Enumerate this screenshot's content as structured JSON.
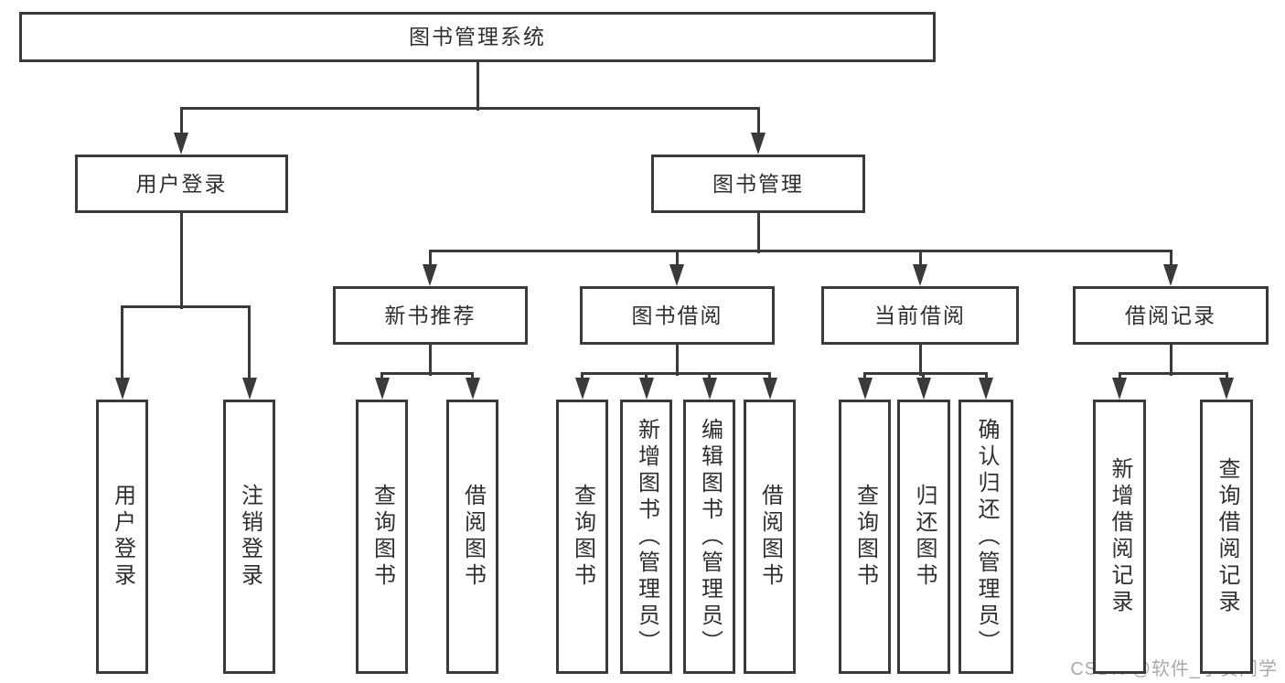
{
  "meta": {
    "watermark": "CSDN @软件_小贺同学"
  },
  "colors": {
    "background": "#ffffff",
    "line": "#3a3a3a",
    "box_fill": "#ffffff",
    "text": "#2f2f2f",
    "watermark": "#9b9b9b"
  },
  "diagram": {
    "title": "图书管理系统",
    "nodes": [
      {
        "id": "root",
        "label": "图书管理系统",
        "parent": null
      },
      {
        "id": "user-login",
        "label": "用户登录",
        "parent": "root"
      },
      {
        "id": "book-mgmt",
        "label": "图书管理",
        "parent": "root"
      },
      {
        "id": "new-book-rec",
        "label": "新书推荐",
        "parent": "book-mgmt"
      },
      {
        "id": "book-borrow",
        "label": "图书借阅",
        "parent": "book-mgmt"
      },
      {
        "id": "current-borrow",
        "label": "当前借阅",
        "parent": "book-mgmt"
      },
      {
        "id": "borrow-record",
        "label": "借阅记录",
        "parent": "book-mgmt"
      },
      {
        "id": "col-user-login",
        "label": "用户登录",
        "parent": "user-login"
      },
      {
        "id": "col-logout",
        "label": "注销登录",
        "parent": "user-login"
      },
      {
        "id": "col-query-book-1",
        "label": "查询图书",
        "parent": "new-book-rec"
      },
      {
        "id": "col-borrow-book-1",
        "label": "借阅图书",
        "parent": "new-book-rec"
      },
      {
        "id": "col-query-book-2",
        "label": "查询图书",
        "parent": "book-borrow"
      },
      {
        "id": "col-add-book",
        "label": "新增图书（管理员）",
        "parent": "book-borrow"
      },
      {
        "id": "col-edit-book",
        "label": "编辑图书（管理员）",
        "parent": "book-borrow"
      },
      {
        "id": "col-borrow-book-2",
        "label": "借阅图书",
        "parent": "book-borrow"
      },
      {
        "id": "col-query-book-3",
        "label": "查询图书",
        "parent": "current-borrow"
      },
      {
        "id": "col-return-book",
        "label": "归还图书",
        "parent": "current-borrow"
      },
      {
        "id": "col-confirm-return",
        "label": "确认归还（管理员）",
        "parent": "current-borrow"
      },
      {
        "id": "col-add-record",
        "label": "新增借阅记录",
        "parent": "borrow-record"
      },
      {
        "id": "col-query-record",
        "label": "查询借阅记录",
        "parent": "borrow-record"
      }
    ]
  }
}
